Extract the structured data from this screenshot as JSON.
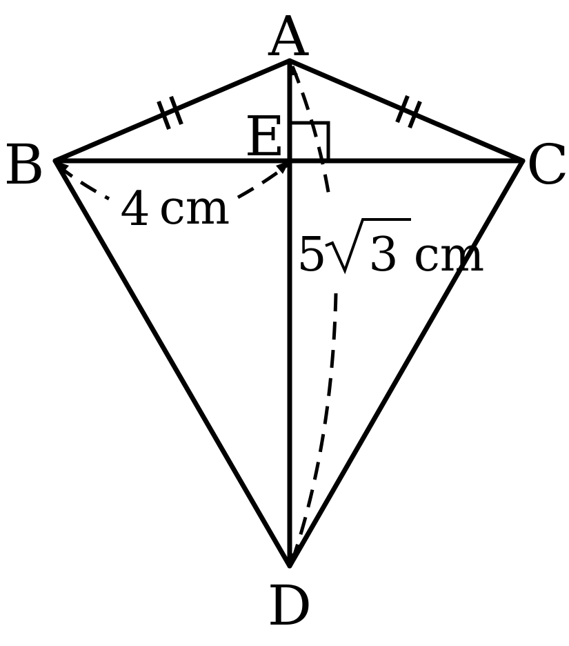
{
  "figure": {
    "points": {
      "A": "A",
      "B": "B",
      "C": "C",
      "D": "D",
      "E": "E"
    },
    "measurements": {
      "be": {
        "value": "4",
        "unit": "cm"
      },
      "ad": {
        "coefficient": "5",
        "radicand": "3",
        "unit": "cm"
      }
    },
    "markings": {
      "equal_sides": [
        "AB",
        "AC"
      ],
      "right_angle_at": "E"
    },
    "stroke_color": "#000000"
  }
}
